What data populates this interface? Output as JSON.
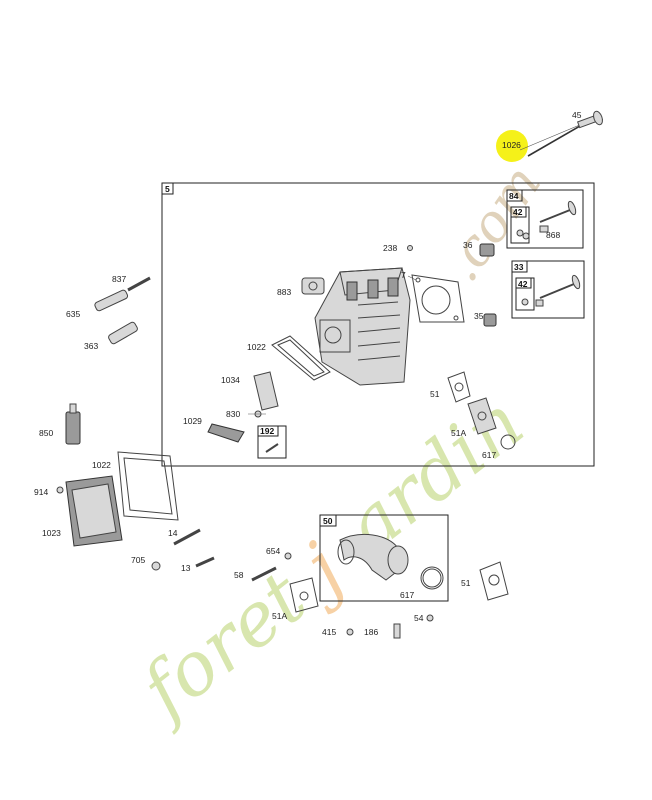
{
  "diagram": {
    "highlight_color": "#f4f000",
    "watermark": {
      "part1": "foret",
      "part2": "j",
      "part3": "ardin",
      "part4": ".com"
    },
    "boxes": {
      "main": "5",
      "box84": "84",
      "box33": "33",
      "box50": "50",
      "box192": "192",
      "box42a": "42",
      "box42b": "42"
    },
    "labels": {
      "p1026": "1026",
      "p45": "45",
      "p868": "868",
      "p238": "238",
      "p36": "36",
      "p7": "7",
      "p883": "883",
      "p35": "35",
      "p1022a": "1022",
      "p1034": "1034",
      "p51a": "51",
      "p51A_a": "51A",
      "p617a": "617",
      "p1029": "1029",
      "p830": "830",
      "p837": "837",
      "p635": "635",
      "p363": "363",
      "p850": "850",
      "p1022b": "1022",
      "p914": "914",
      "p1023": "1023",
      "p705": "705",
      "p14": "14",
      "p13": "13",
      "p654": "654",
      "p58": "58",
      "p51A_b": "51A",
      "p415": "415",
      "p186": "186",
      "p54": "54",
      "p617b": "617",
      "p51b": "51"
    }
  }
}
